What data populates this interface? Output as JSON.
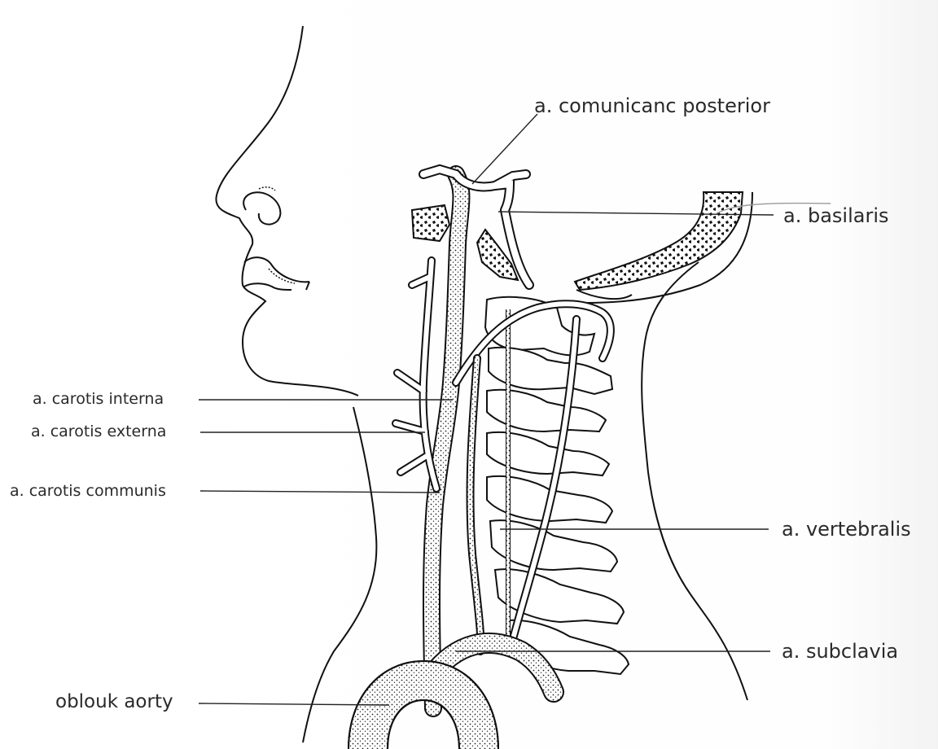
{
  "diagram": {
    "labels": {
      "comunicans_posterior": "a. comunicanc posterior",
      "basilaris": "a. basilaris",
      "carotis_interna": "a. carotis interna",
      "carotis_externa": "a. carotis externa",
      "carotis_communis": "a. carotis communis",
      "vertebralis": "a. vertebralis",
      "subclavia": "a. subclavia",
      "oblouk_aorty": "oblouk aorty"
    }
  }
}
